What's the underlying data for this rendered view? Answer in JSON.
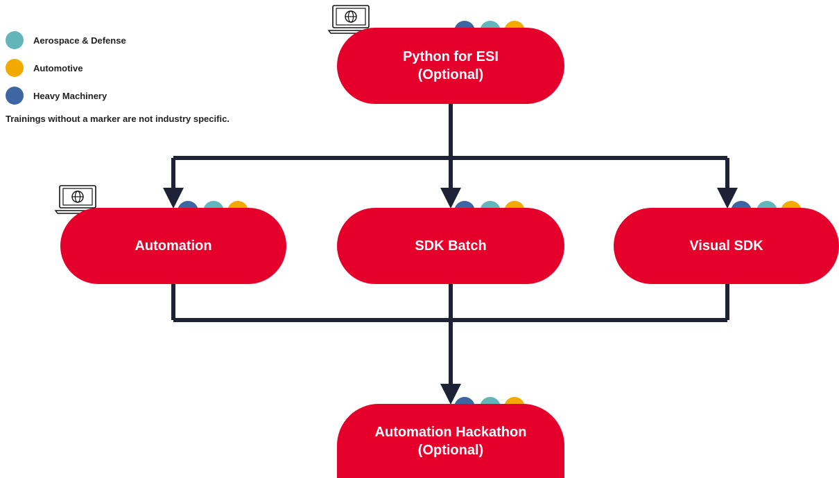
{
  "colors": {
    "node_fill": "#e4002b",
    "connector": "#1e2236",
    "aerospace": "#64b4bc",
    "automotive": "#f2a900",
    "heavy_machinery": "#3e66a3"
  },
  "legend": {
    "items": [
      {
        "label": "Aerospace & Defense",
        "color": "#64b4bc"
      },
      {
        "label": "Automotive",
        "color": "#f2a900"
      },
      {
        "label": "Heavy Machinery",
        "color": "#3e66a3"
      }
    ],
    "note": "Trainings without a marker are not industry specific."
  },
  "nodes": {
    "python": {
      "label": "Python for ESI\n(Optional)",
      "online_icon": "laptop-globe-icon"
    },
    "automation": {
      "label": "Automation",
      "online_icon": "laptop-globe-icon"
    },
    "sdk_batch": {
      "label": "SDK Batch"
    },
    "visual_sdk": {
      "label": "Visual SDK"
    },
    "hackathon": {
      "label": "Automation Hackathon\n(Optional)"
    }
  }
}
